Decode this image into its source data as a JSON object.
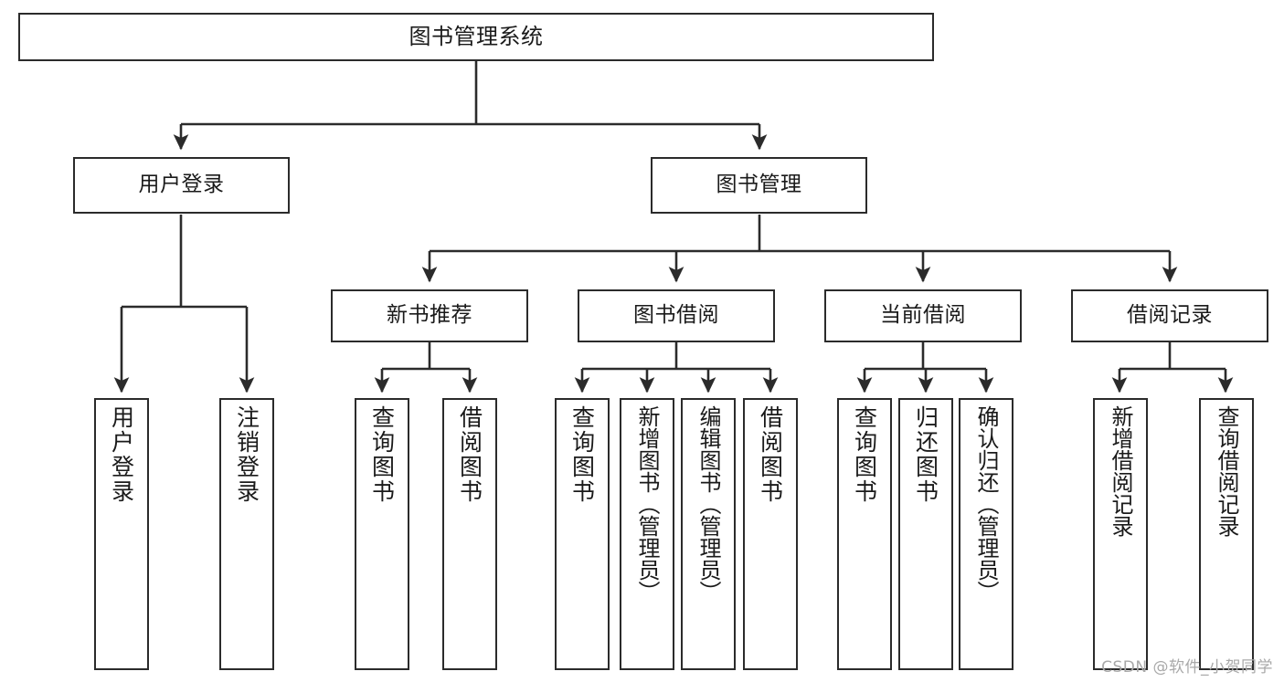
{
  "diagram": {
    "type": "tree",
    "title": "图书管理系统",
    "root": {
      "label": "图书管理系统"
    },
    "level2": [
      {
        "label": "用户登录"
      },
      {
        "label": "图书管理"
      }
    ],
    "level3": [
      {
        "label": "新书推荐"
      },
      {
        "label": "图书借阅"
      },
      {
        "label": "当前借阅"
      },
      {
        "label": "借阅记录"
      }
    ],
    "leaves": {
      "user_login": [
        {
          "label": "用户登录"
        },
        {
          "label": "注销登录"
        }
      ],
      "new_book_recommend": [
        {
          "label": "查询图书"
        },
        {
          "label": "借阅图书"
        }
      ],
      "book_borrow": [
        {
          "label": "查询图书"
        },
        {
          "label": "新增图书（管理员）"
        },
        {
          "label": "编辑图书（管理员）"
        },
        {
          "label": "借阅图书"
        }
      ],
      "current_borrow": [
        {
          "label": "查询图书"
        },
        {
          "label": "归还图书"
        },
        {
          "label": "确认归还（管理员）"
        }
      ],
      "borrow_record": [
        {
          "label": "新增借阅记录"
        },
        {
          "label": "查询借阅记录"
        }
      ]
    }
  },
  "watermark": {
    "text": "CSDN @软件_小贺同学"
  },
  "colors": {
    "background": "#ffffff",
    "node_border": "#2b2b2b",
    "node_fill": "#ffffff",
    "text": "#1a1a1a",
    "edge": "#2b2b2b",
    "watermark": "#a9a9a9"
  }
}
